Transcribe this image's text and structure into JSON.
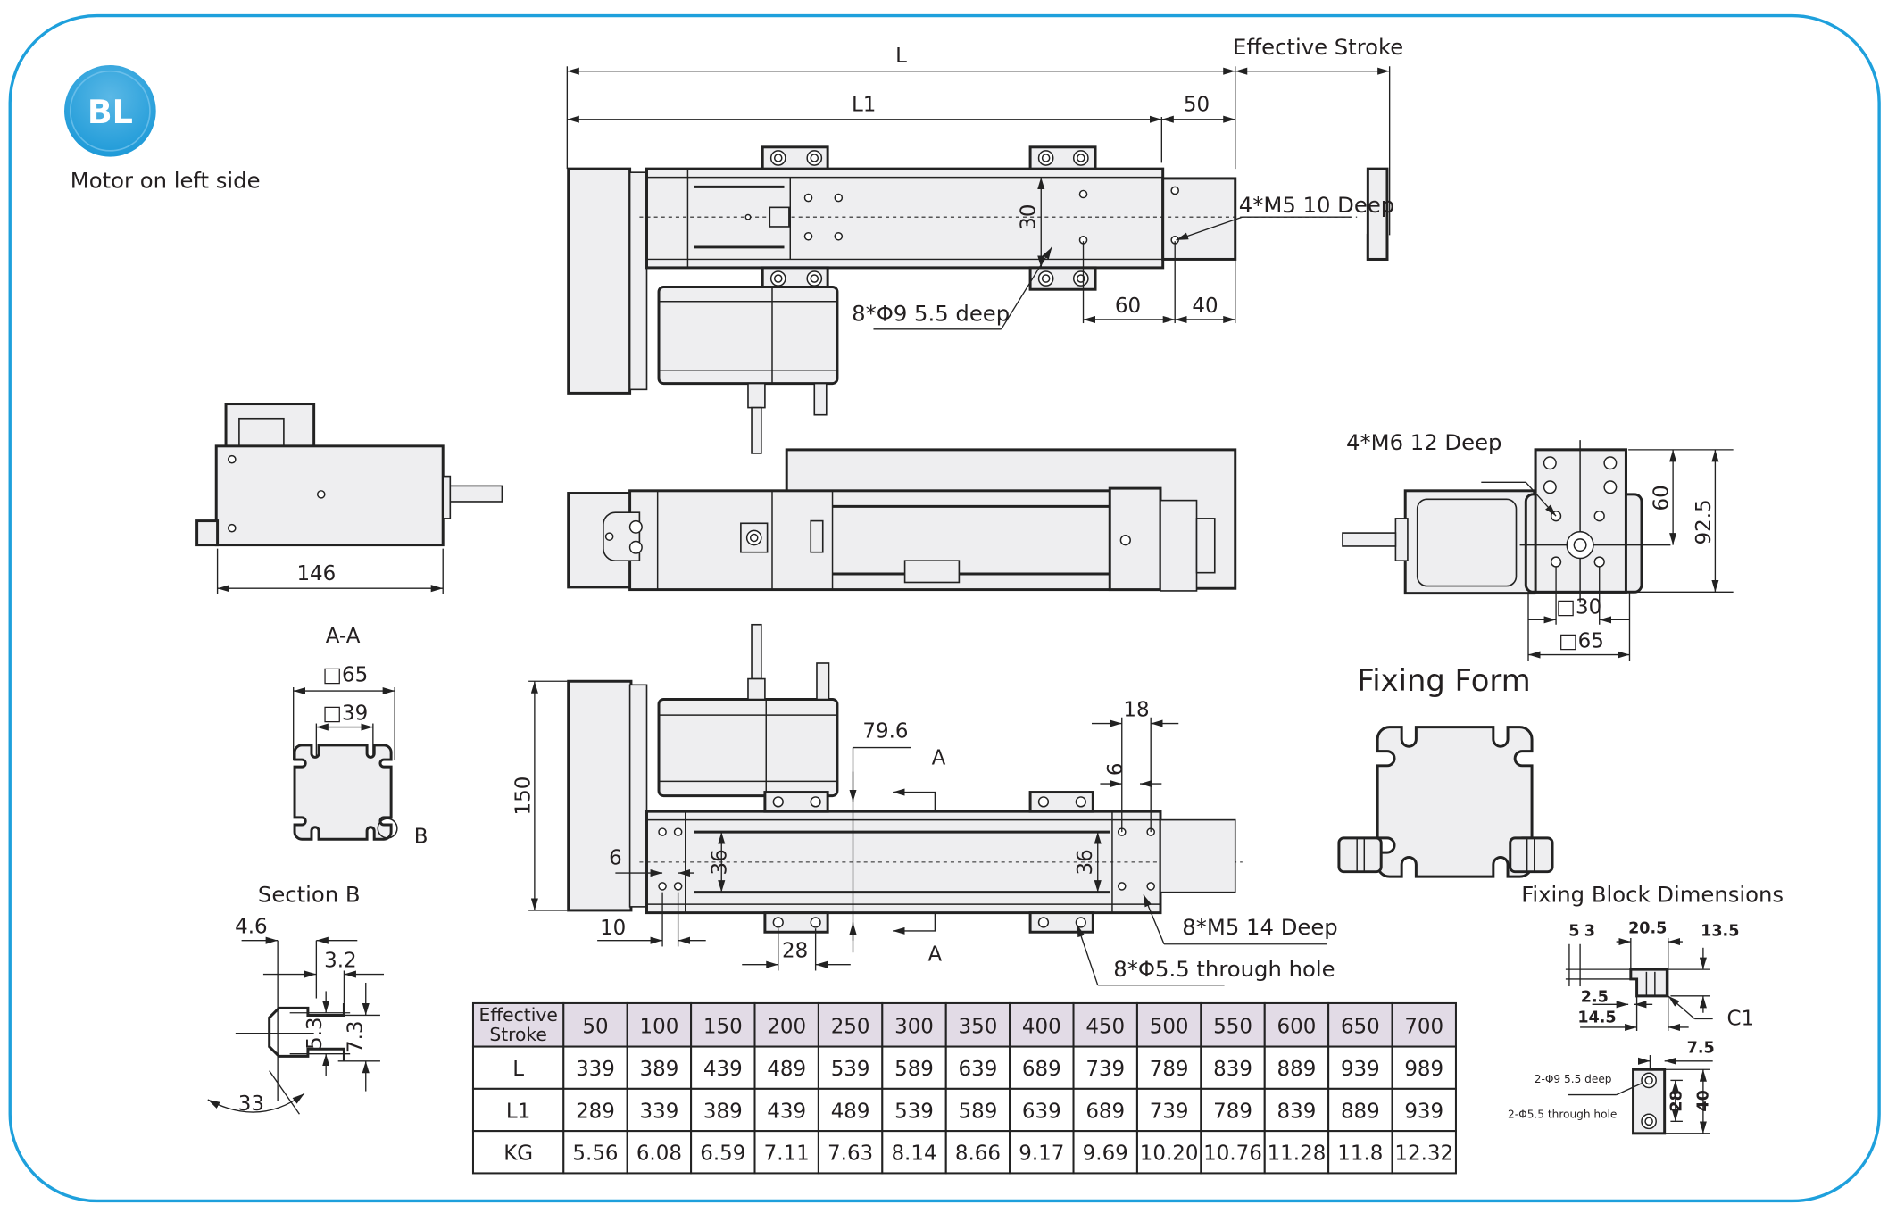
{
  "badge": {
    "text": "BL",
    "color": "#1ea0dc"
  },
  "subtitle": "Motor on left side",
  "frame_color": "#1ea0dc",
  "top_view": {
    "dim_L": "L",
    "dim_L1": "L1",
    "dim_50": "50",
    "effective_stroke": "Effective Stroke",
    "dim_30": "30",
    "dim_60": "60",
    "dim_40": "40",
    "note_m5": "4*M5  10 Deep",
    "note_phi9": "8*Φ9 5.5 deep"
  },
  "side_view_left": {
    "dim_146": "146"
  },
  "end_view": {
    "note_m6": "4*M6  12 Deep",
    "dim_60": "60",
    "dim_92_5": "92.5",
    "dim_sq30": "□30",
    "dim_sq65": "□65"
  },
  "section_aa": {
    "title": "A-A",
    "dim_sq65": "□65",
    "dim_sq39": "□39",
    "marker_b": "B"
  },
  "section_b": {
    "title": "Section B",
    "dim_4_6": "4.6",
    "dim_3_2": "3.2",
    "dim_5_3": "5.3",
    "dim_7_3": "7.3",
    "dim_33": "33"
  },
  "bottom_view": {
    "dim_150": "150",
    "dim_79_6": "79.6",
    "marker_a_top": "A",
    "marker_a_bottom": "A",
    "dim_18": "18",
    "dim_6_right": "6",
    "dim_6_left": "6",
    "dim_36_left": "36",
    "dim_36_right": "36",
    "dim_10": "10",
    "dim_28": "28",
    "note_m5": "8*M5  14 Deep",
    "note_phi55": "8*Φ5.5 through hole"
  },
  "fixing_form": {
    "title": "Fixing Form"
  },
  "fixing_block": {
    "title": "Fixing Block Dimensions",
    "dim_5": "5",
    "dim_3": "3",
    "dim_20_5": "20.5",
    "dim_13_5": "13.5",
    "dim_2_5": "2.5",
    "dim_14_5": "14.5",
    "dim_c1": "C1",
    "dim_7_5": "7.5",
    "dim_28": "28",
    "dim_40": "40",
    "note_phi9": "2-Φ9  5.5 deep",
    "note_phi55": "2-Φ5.5 through hole"
  },
  "spec_table": {
    "header_label": [
      "Effective",
      "Stroke"
    ],
    "strokes": [
      "50",
      "100",
      "150",
      "200",
      "250",
      "300",
      "350",
      "400",
      "450",
      "500",
      "550",
      "600",
      "650",
      "700"
    ],
    "rows": [
      {
        "label": "L",
        "values": [
          "339",
          "389",
          "439",
          "489",
          "539",
          "589",
          "639",
          "689",
          "739",
          "789",
          "839",
          "889",
          "939",
          "989"
        ]
      },
      {
        "label": "L1",
        "values": [
          "289",
          "339",
          "389",
          "439",
          "489",
          "539",
          "589",
          "639",
          "689",
          "739",
          "789",
          "839",
          "889",
          "939"
        ]
      },
      {
        "label": "KG",
        "values": [
          "5.56",
          "6.08",
          "6.59",
          "7.11",
          "7.63",
          "8.14",
          "8.66",
          "9.17",
          "9.69",
          "10.20",
          "10.76",
          "11.28",
          "11.8",
          "12.32"
        ]
      }
    ]
  }
}
